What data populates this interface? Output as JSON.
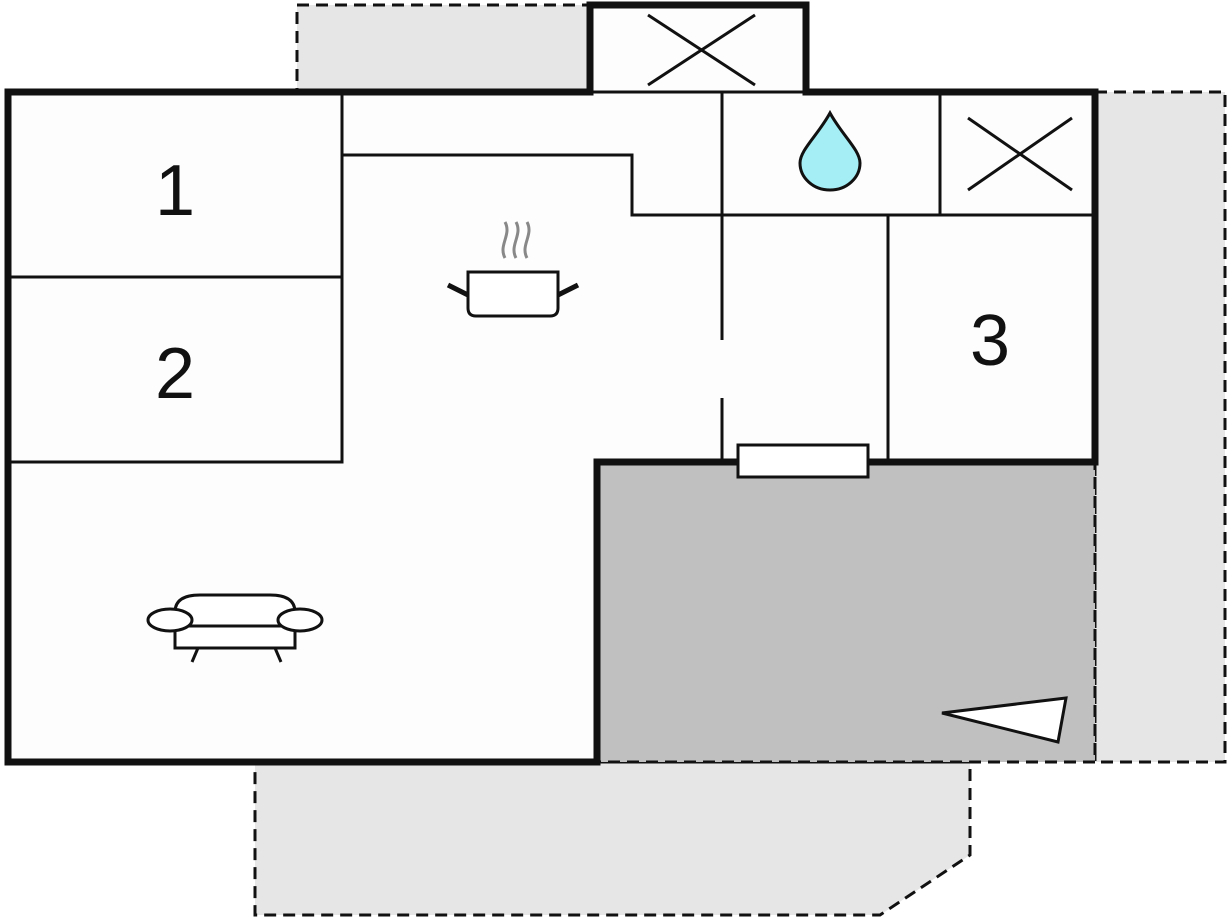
{
  "floorplan": {
    "rooms": [
      {
        "label": "1",
        "type": "bedroom"
      },
      {
        "label": "2",
        "type": "bedroom"
      },
      {
        "label": "3",
        "type": "bedroom"
      }
    ],
    "icons": [
      "water-drop-icon",
      "pot-icon",
      "sofa-icon",
      "ventilation-x-icon",
      "view-direction-icon"
    ],
    "colors": {
      "wall": "#111111",
      "terrace": "#e6e6e6",
      "covered_terrace": "#c0c0c0",
      "water": "#a6eef5"
    }
  }
}
